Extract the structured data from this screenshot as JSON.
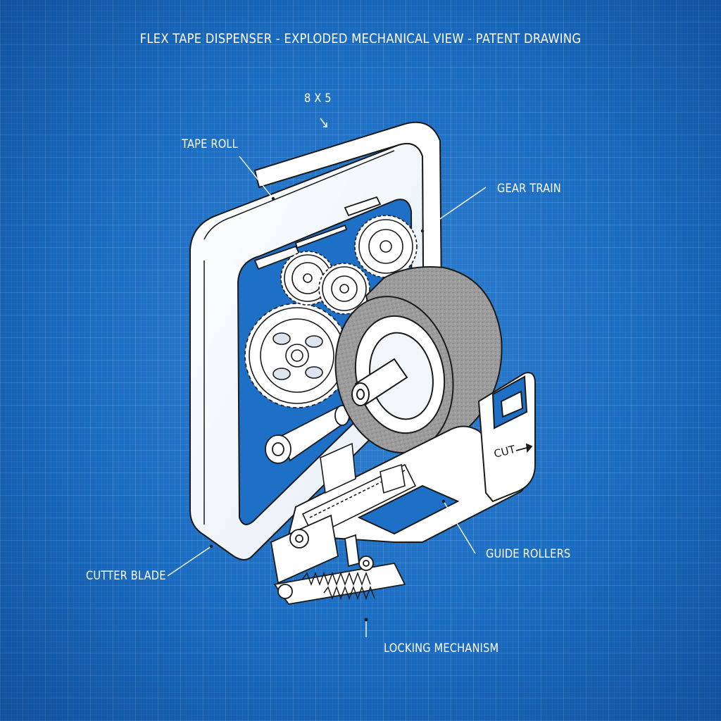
{
  "title": "FLEX TAPE DISPENSER - EXPLODED MECHANICAL VIEW - PATENT DRAWING",
  "dimension": "8 X 5",
  "labels": {
    "tape_roll": "TAPE ROLL",
    "gear_train": "GEAR TRAIN",
    "guide_rollers": "GUIDE ROLLERS",
    "cutter_blade": "CUTTER BLADE",
    "locking_mechanism": "LOCKING MECHANISM",
    "cut_marking": "CUT"
  },
  "colors": {
    "blueprint_background": "#1a6cc1",
    "line_color": "#ffffff",
    "tape_surface": "#9a9a9a"
  }
}
